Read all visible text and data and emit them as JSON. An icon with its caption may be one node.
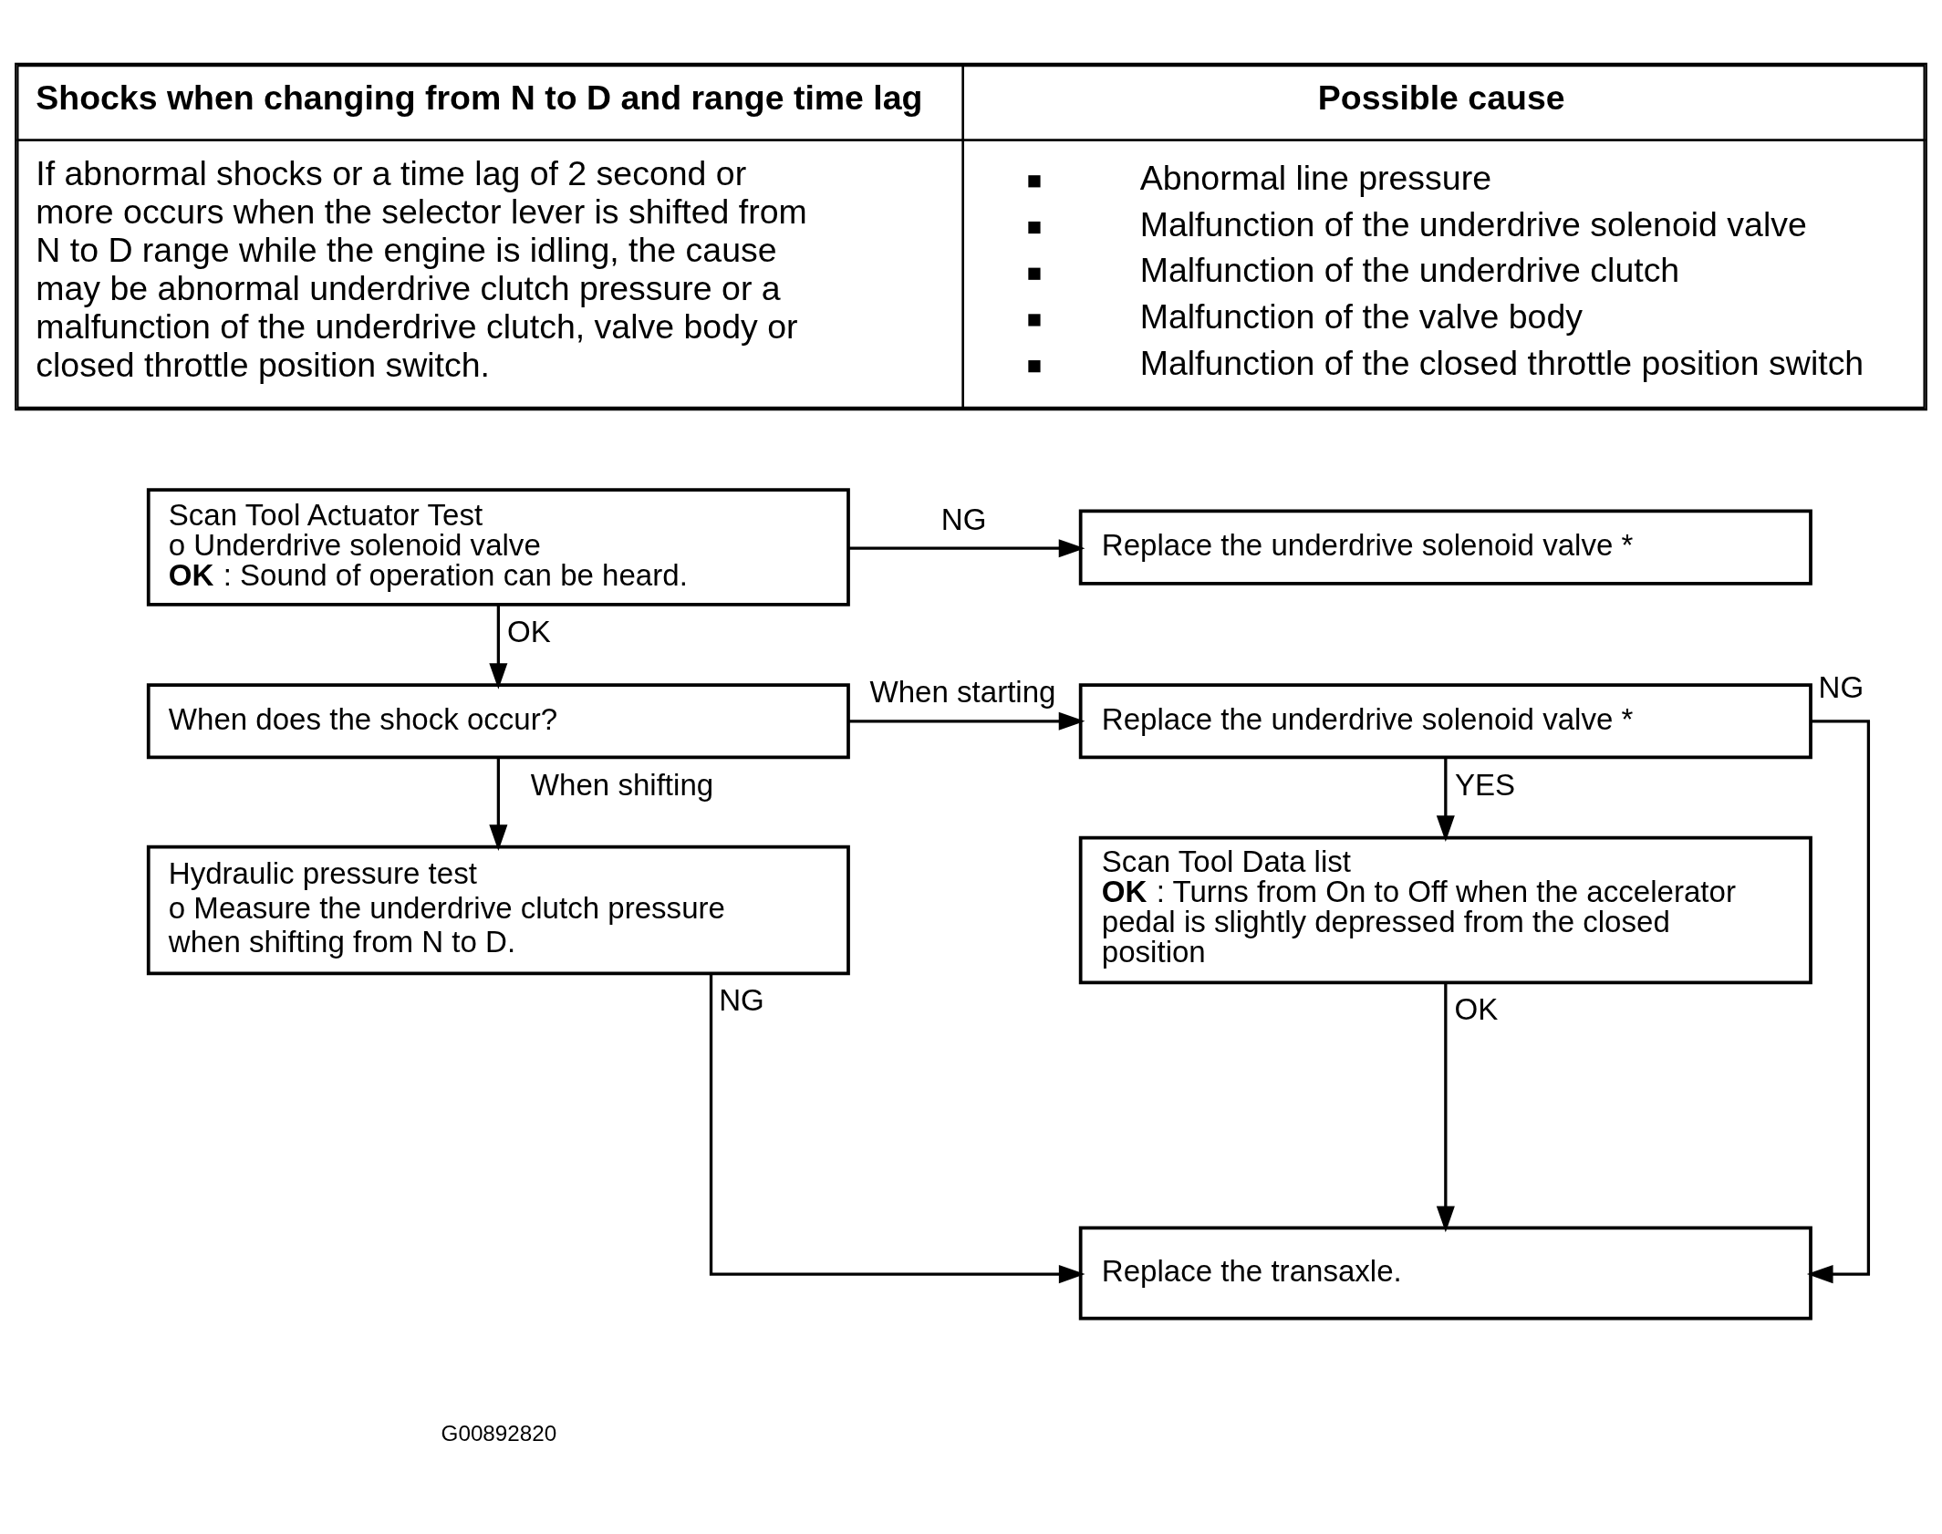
{
  "diagram": {
    "nodes": [
      {
        "text": [
          "Scan Tool Actuator Test",
          "o Underdrive solenoid valve",
          "**OK** : Sound of operation can be heard."
        ]
      },
      {
        "text": [
          "Replace the underdrive solenoid valve *"
        ]
      },
      {
        "text": [
          "When does the shock occur?"
        ]
      },
      {
        "text": [
          "Replace the underdrive solenoid valve *"
        ]
      },
      {
        "text": [
          "Hydraulic pressure test",
          "o Measure the underdrive clutch pressure when shifting from N to D."
        ]
      },
      {
        "text": [
          "Scan Tool Data list",
          "**OK** : Turns from On to Off when the accelerator pedal is slightly depressed from the closed position"
        ]
      },
      {
        "text": [
          "Replace the transaxle."
        ]
      }
    ],
    "edges": [
      {
        "from": 0,
        "to": 1,
        "arrow": "to",
        "label": "NG"
      },
      {
        "from": 0,
        "to": 2,
        "arrow": "to",
        "label": "OK"
      },
      {
        "from": 2,
        "to": 3,
        "arrow": "to",
        "label": "When starting"
      },
      {
        "from": 2,
        "to": 4,
        "arrow": "to",
        "label": "When shifting"
      },
      {
        "from": 3,
        "to": 5,
        "arrow": "to",
        "label": "YES"
      },
      {
        "from": 3,
        "to": 6,
        "arrow": "to",
        "label": "NG"
      },
      {
        "from": 5,
        "to": 6,
        "arrow": "to",
        "label": "OK"
      },
      {
        "from": 4,
        "to": 6,
        "arrow": "to",
        "label": "NG"
      }
    ],
    "labels": [
      "Shocks when changing from N to D and range time lag",
      "Possible cause",
      "If abnormal shocks or a time lag of 2 second or more occurs when the selector lever is shifted from N to D range while the engine is idling, the cause may be abnormal underdrive clutch pressure or a malfunction of the underdrive clutch, valve body or closed throttle position switch.",
      "Abnormal line pressure",
      "Malfunction of the underdrive solenoid valve",
      "Malfunction of the underdrive clutch",
      "Malfunction of the valve body",
      "Malfunction of the closed throttle position switch",
      "G00892820"
    ]
  }
}
